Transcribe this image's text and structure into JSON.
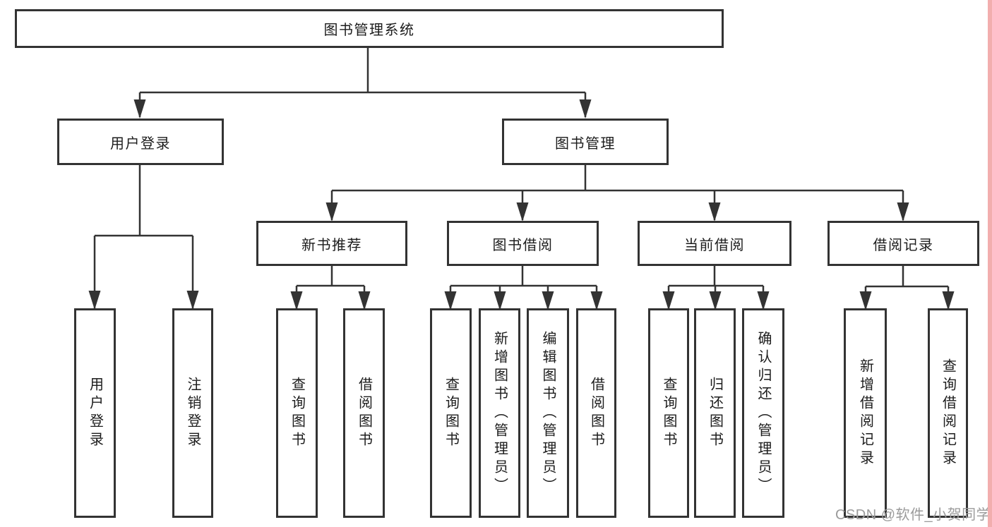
{
  "diagram": {
    "root": {
      "label": "图书管理系统"
    },
    "branches": [
      {
        "label": "用户登录",
        "children": [
          {
            "label": "用户登录"
          },
          {
            "label": "注销登录"
          }
        ]
      },
      {
        "label": "图书管理",
        "groups": [
          {
            "label": "新书推荐",
            "children": [
              {
                "label": "查询图书"
              },
              {
                "label": "借阅图书"
              }
            ]
          },
          {
            "label": "图书借阅",
            "children": [
              {
                "label": "查询图书"
              },
              {
                "label": "新增图书（管理员）"
              },
              {
                "label": "编辑图书（管理员）"
              },
              {
                "label": "借阅图书"
              }
            ]
          },
          {
            "label": "当前借阅",
            "children": [
              {
                "label": "查询图书"
              },
              {
                "label": "归还图书"
              },
              {
                "label": "确认归还（管理员）"
              }
            ]
          },
          {
            "label": "借阅记录",
            "children": [
              {
                "label": "新增借阅记录"
              },
              {
                "label": "查询借阅记录"
              }
            ]
          }
        ]
      }
    ]
  },
  "watermark": {
    "text": "CSDN @软件_小贺同学",
    "color": "#9b9b9b"
  },
  "style_tokens": {
    "line_color": "#333333",
    "box_border_color": "#333333",
    "right_strip_color": "#f2aeae",
    "background": "#ffffff"
  }
}
